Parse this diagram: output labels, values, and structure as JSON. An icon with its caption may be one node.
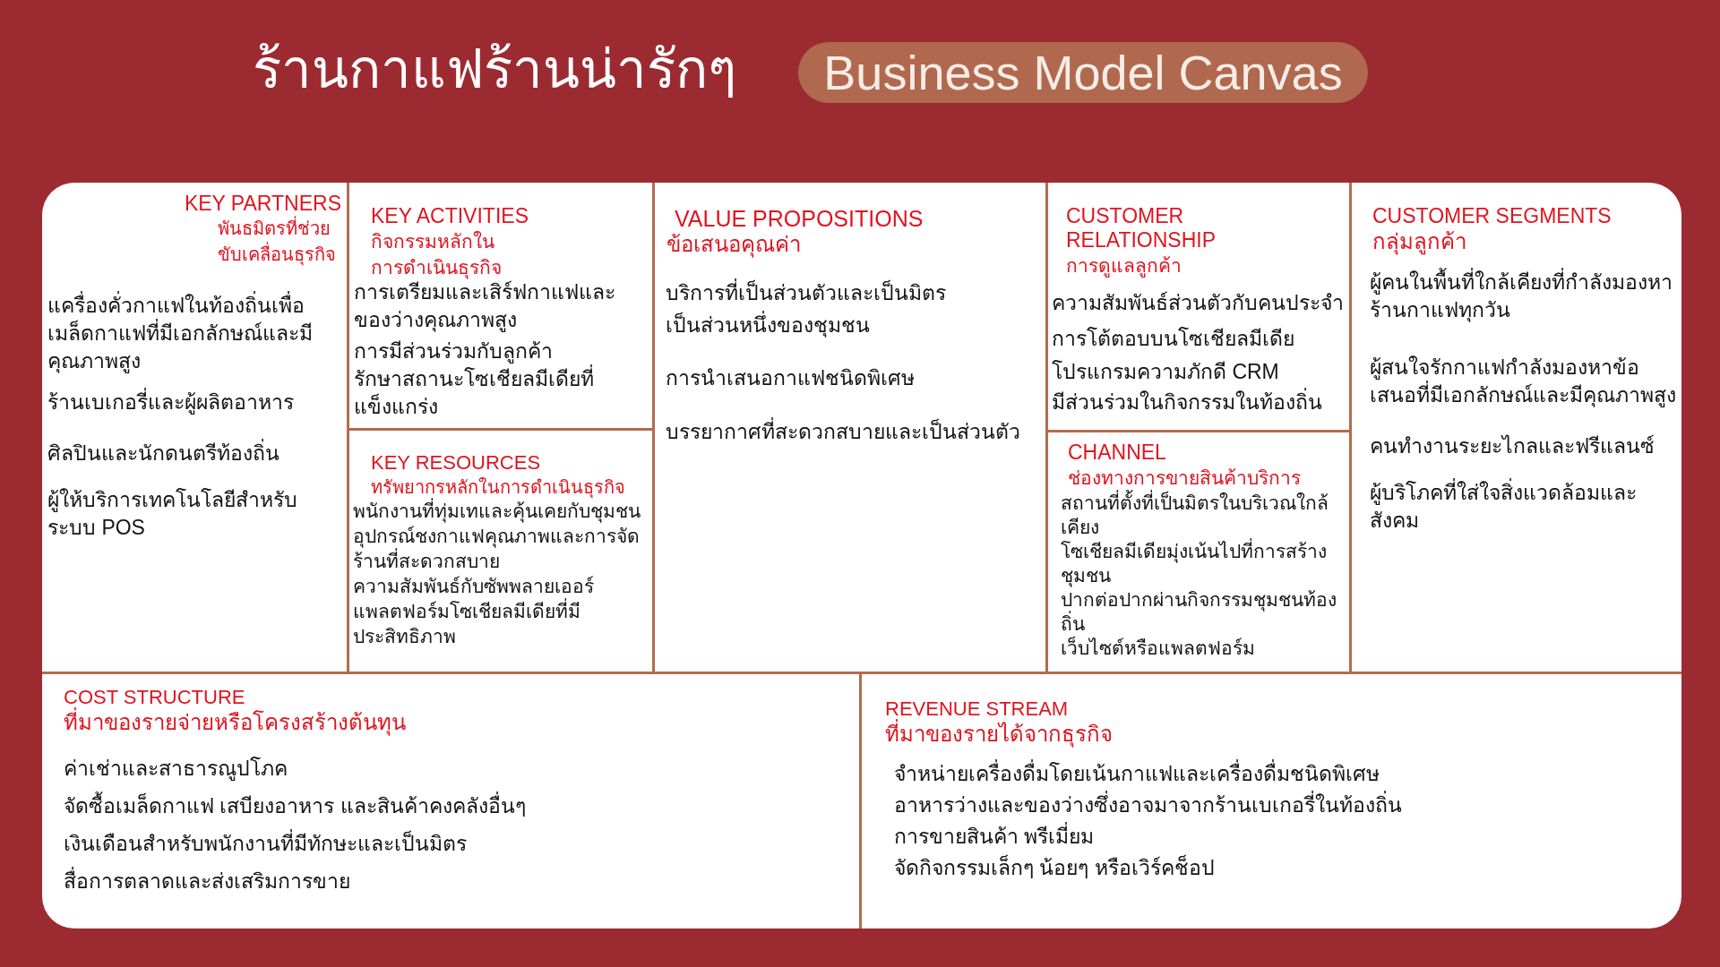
{
  "diagram": {
    "title": "ร้านกาแฟร้านน่ารักๆ",
    "nodes": [
      {
        "text": [
          "Business Model Canvas"
        ]
      },
      {
        "text": [
          "KEY PARTNERS",
          "พันธมิตรที่ช่วยขับเคลื่อนธุรกิจ",
          "แครื่องคั่วกาแฟในท้องถิ่นเพื่อเมล็ดกาแฟที่มีเอกลักษณ์และมีคุณภาพสูง",
          "ร้านเบเกอรี่และผู้ผลิตอาหาร",
          "ศิลปินและนักดนตรีท้องถิ่น",
          "ผู้ให้บริการเทคโนโลยีสำหรับระบบ POS"
        ]
      },
      {
        "text": [
          "KEY ACTIVITIES",
          "กิจกรรมหลักในการดำเนินธุรกิจ",
          "การเตรียมและเสิร์ฟกาแฟและของว่างคุณภาพสูง",
          "การมีส่วนร่วมกับลูกค้า",
          "รักษาสถานะโซเชียลมีเดียที่แข็งแกร่ง"
        ]
      },
      {
        "text": [
          "KEY RESOURCES",
          "ทรัพยากรหลักในการดำเนินธุรกิจ",
          "พนักงานที่ทุ่มเทและคุ้นเคยกับชุมชน",
          "อุปกรณ์ชงกาแฟคุณภาพและการจัดร้านที่สะดวกสบาย",
          "ความสัมพันธ์กับซัพพลายเออร์",
          "แพลตฟอร์มโซเชียลมีเดียที่มีประสิทธิภาพ"
        ]
      },
      {
        "text": [
          "VALUE PROPOSITIONS",
          "ข้อเสนอคุณค่า",
          "บริการที่เป็นส่วนตัวและเป็นมิตร",
          "เป็นส่วนหนึ่งของชุมชน",
          "การนำเสนอกาแฟชนิดพิเศษ",
          "บรรยากาศที่สะดวกสบายและเป็นส่วนตัว"
        ]
      },
      {
        "text": [
          "CUSTOMER RELATIONSHIP",
          "การดูแลลูกค้า",
          "ความสัมพันธ์ส่วนตัวกับคนประจำ",
          "การโต้ตอบบนโซเชียลมีเดีย",
          "โปรแกรมความภักดี CRM",
          "มีส่วนร่วมในกิจกรรมในท้องถิ่น"
        ]
      },
      {
        "text": [
          "CHANNEL",
          "ช่องทางการขายสินค้าบริการ",
          "สถานที่ตั้งที่เป็นมิตรในบริเวณใกล้เคียง",
          "โซเชียลมีเดียมุ่งเน้นไปที่การสร้างชุมชน",
          "ปากต่อปากผ่านกิจกรรมชุมชนท้องถิ่น",
          "เว็บไซต์หรือแพลตฟอร์ม"
        ]
      },
      {
        "text": [
          "CUSTOMER SEGMENTS",
          "กลุ่มลูกค้า",
          "ผู้คนในพื้นที่ใกล้เคียงที่กำลังมองหาร้านกาแฟทุกวัน",
          "ผู้สนใจรักกาแฟกำลังมองหาข้อเสนอที่มีเอกลักษณ์และมีคุณภาพสูง",
          "คนทำงานระยะไกลและฟรีแลนซ์",
          "ผู้บริโภคที่ใส่ใจสิ่งแวดล้อมและสังคม"
        ]
      },
      {
        "text": [
          "COST STRUCTURE",
          "ที่มาของรายจ่ายหรือโครงสร้างต้นทุน",
          "ค่าเช่าและสาธารณูปโภค",
          "จัดซื้อเมล็ดกาแฟ เสบียงอาหาร และสินค้าคงคลังอื่นๆ",
          "เงินเดือนสำหรับพนักงานที่มีทักษะและเป็นมิตร",
          "สื่อการตลาดและส่งเสริมการขาย"
        ]
      },
      {
        "text": [
          "REVENUE STREAM",
          "ที่มาของรายได้จากธุรกิจ",
          "จำหน่ายเครื่องดื่มโดยเน้นกาแฟและเครื่องดื่มชนิดพิเศษ",
          "อาหารว่างและของว่างซึ่งอาจมาจากร้านเบเกอรี่ในท้องถิ่น",
          "การขายสินค้า พรีเมี่ยม",
          "จัดกิจกรรมเล็กๆ น้อยๆ หรือเวิร์คช็อป"
        ]
      }
    ]
  }
}
